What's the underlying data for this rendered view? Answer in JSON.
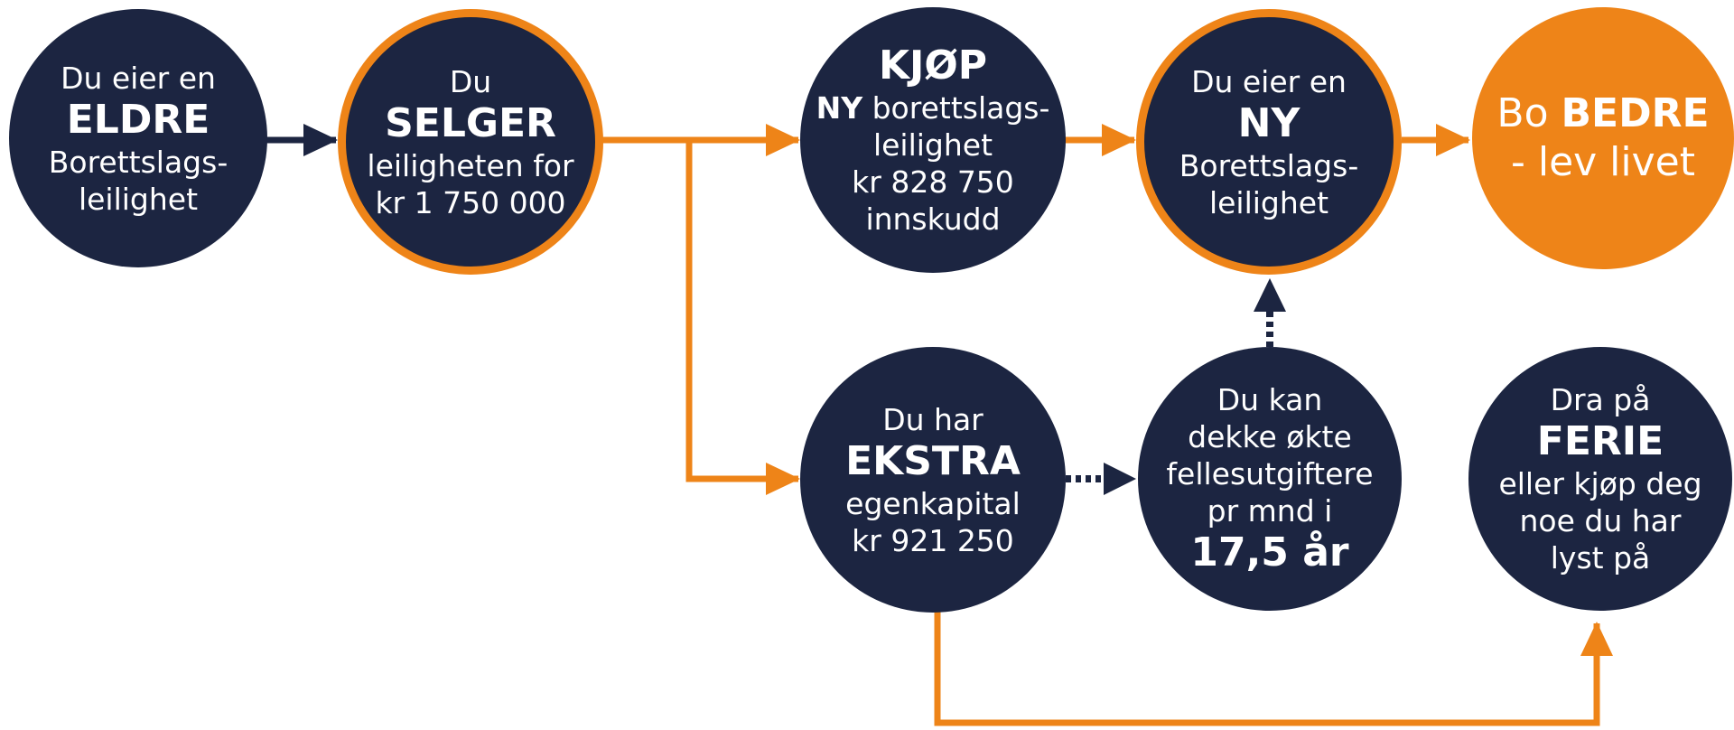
{
  "colors": {
    "navy": "#1c2541",
    "orange": "#ee8418",
    "background": "#ffffff"
  },
  "nodes": {
    "start": {
      "l1": "Du eier en",
      "l2": "ELDRE",
      "l3": "Borettslags-",
      "l4": "leilighet"
    },
    "sell": {
      "l1": "Du",
      "l2": "SELGER",
      "l3": "leiligheten for",
      "l4": "kr 1 750 000"
    },
    "buy": {
      "l1": "KJØP",
      "l2a": "NY",
      "l2b": " borettslags-",
      "l3": "leilighet",
      "l4": "kr 828 750",
      "l5": "innskudd"
    },
    "own": {
      "l1": "Du eier en",
      "l2": "NY",
      "l3": "Borettslags-",
      "l4": "leilighet"
    },
    "live": {
      "l1a": "Bo ",
      "l1b": "BEDRE",
      "l2": "- lev livet"
    },
    "extra": {
      "l1": "Du har",
      "l2": "EKSTRA",
      "l3": "egenkapital",
      "l4": "kr 921 250"
    },
    "cover": {
      "l1": "Du kan",
      "l2": "dekke økte",
      "l3": "fellesutgiftere",
      "l4": "pr mnd i",
      "l5": "17,5 år"
    },
    "vacation": {
      "l1": "Dra på",
      "l2": "FERIE",
      "l3": "eller kjøp deg",
      "l4": "noe du har",
      "l5": "lyst på"
    }
  }
}
